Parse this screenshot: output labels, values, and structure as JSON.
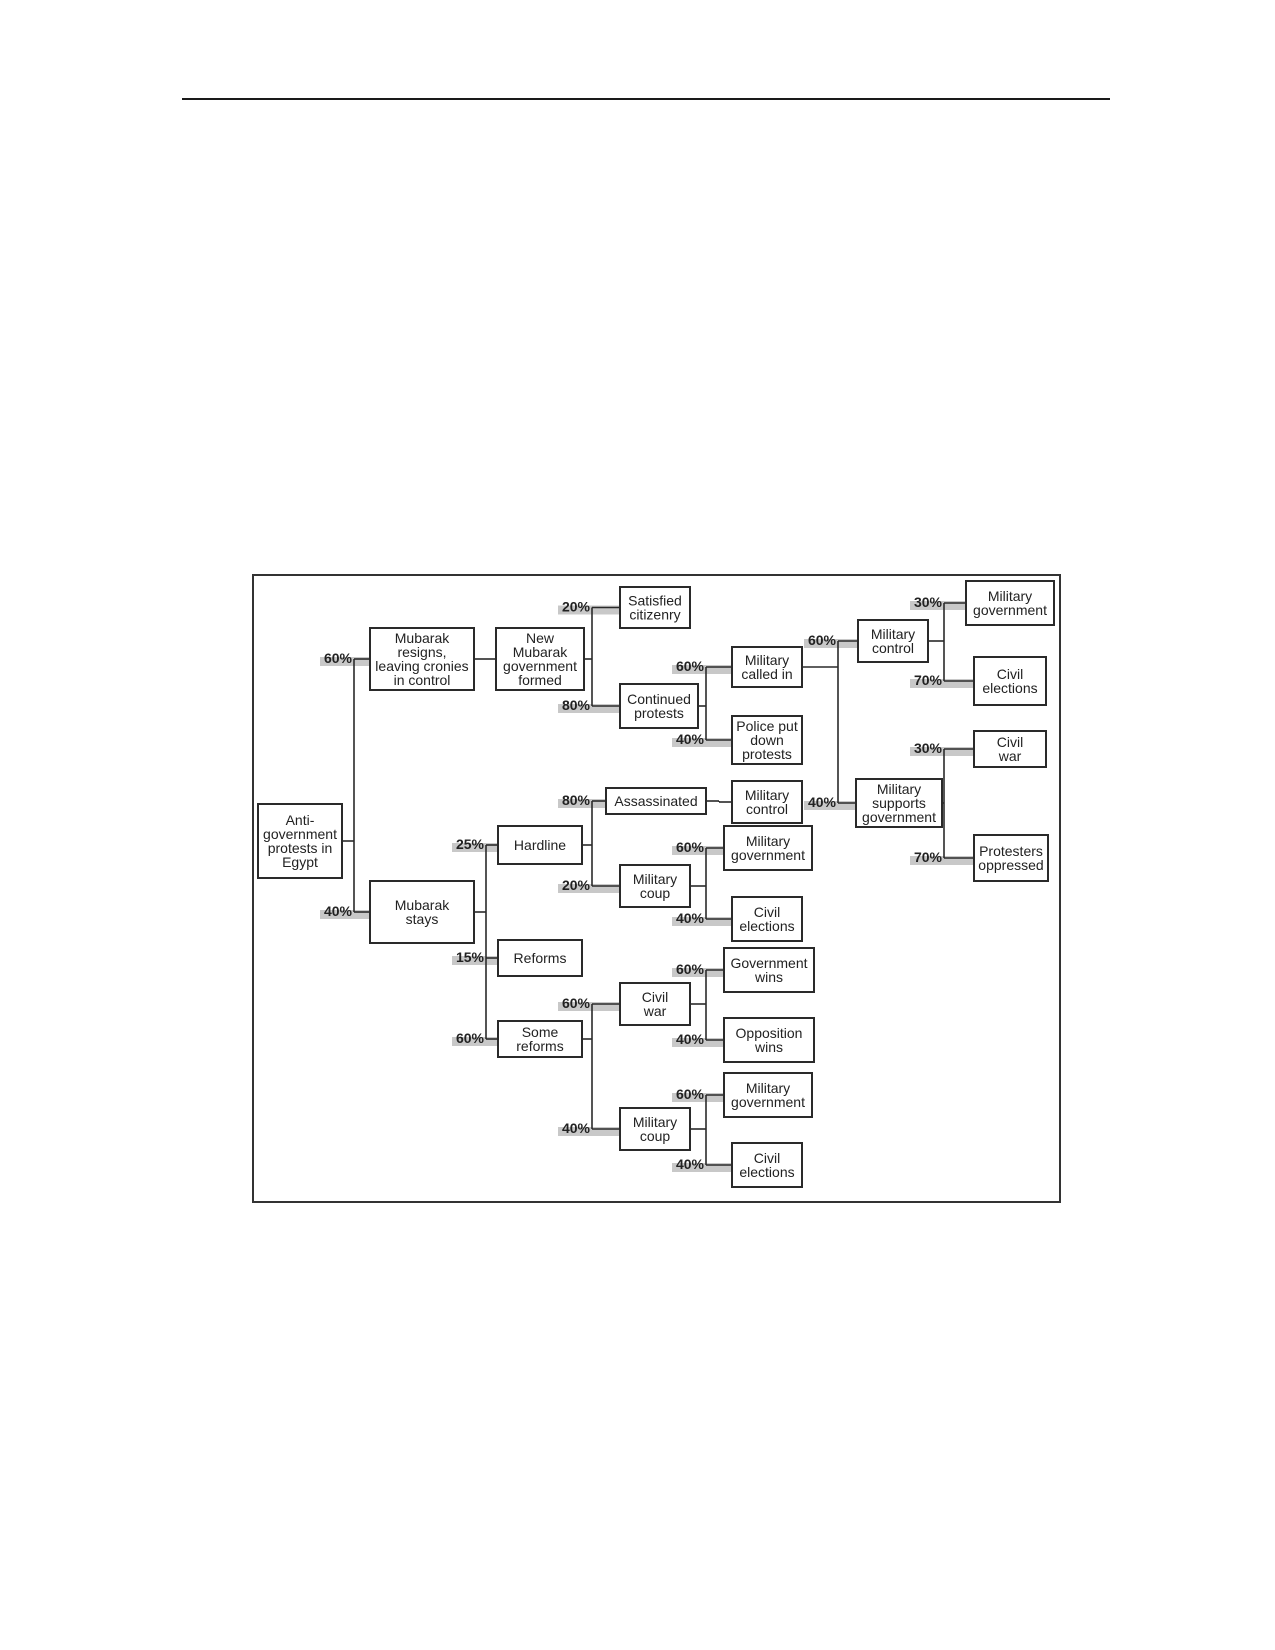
{
  "nodes": [
    {
      "id": "root",
      "lines": [
        "Anti-",
        "government",
        "protests in",
        "Egypt"
      ]
    },
    {
      "id": "resigns",
      "lines": [
        "Mubarak",
        "resigns,",
        "leaving cronies",
        "in control"
      ]
    },
    {
      "id": "stays",
      "lines": [
        "Mubarak",
        "stays"
      ]
    },
    {
      "id": "new_gov",
      "lines": [
        "New",
        "Mubarak",
        "government",
        "formed"
      ]
    },
    {
      "id": "satisfied",
      "lines": [
        "Satisfied",
        "citizenry"
      ]
    },
    {
      "id": "continued",
      "lines": [
        "Continued",
        "protests"
      ]
    },
    {
      "id": "called_in",
      "lines": [
        "Military",
        "called in"
      ]
    },
    {
      "id": "police",
      "lines": [
        "Police put",
        "down",
        "protests"
      ]
    },
    {
      "id": "mil_control",
      "lines": [
        "Military",
        "control"
      ]
    },
    {
      "id": "mil_supports",
      "lines": [
        "Military",
        "supports",
        "government"
      ]
    },
    {
      "id": "mil_gov_1",
      "lines": [
        "Military",
        "government"
      ]
    },
    {
      "id": "civil_el_1",
      "lines": [
        "Civil",
        "elections"
      ]
    },
    {
      "id": "civil_war_1",
      "lines": [
        "Civil",
        "war"
      ]
    },
    {
      "id": "protesters_opp",
      "lines": [
        "Protesters",
        "oppressed"
      ]
    },
    {
      "id": "hardline",
      "lines": [
        "Hardline"
      ]
    },
    {
      "id": "reforms",
      "lines": [
        "Reforms"
      ]
    },
    {
      "id": "some_reforms",
      "lines": [
        "Some",
        "reforms"
      ]
    },
    {
      "id": "assassinated",
      "lines": [
        "Assassinated"
      ]
    },
    {
      "id": "mil_control_2",
      "lines": [
        "Military",
        "control"
      ]
    },
    {
      "id": "coup_1",
      "lines": [
        "Military",
        "coup"
      ]
    },
    {
      "id": "mil_gov_2",
      "lines": [
        "Military",
        "government"
      ]
    },
    {
      "id": "civil_el_2",
      "lines": [
        "Civil",
        "elections"
      ]
    },
    {
      "id": "civil_war_2",
      "lines": [
        "Civil",
        "war"
      ]
    },
    {
      "id": "gov_wins",
      "lines": [
        "Government",
        "wins"
      ]
    },
    {
      "id": "opp_wins",
      "lines": [
        "Opposition",
        "wins"
      ]
    },
    {
      "id": "coup_2",
      "lines": [
        "Military",
        "coup"
      ]
    },
    {
      "id": "mil_gov_3",
      "lines": [
        "Military",
        "government"
      ]
    },
    {
      "id": "civil_el_3",
      "lines": [
        "Civil",
        "elections"
      ]
    }
  ],
  "edges": [
    {
      "from": "root",
      "to": "resigns",
      "prob": "60%"
    },
    {
      "from": "root",
      "to": "stays",
      "prob": "40%"
    },
    {
      "from": "resigns",
      "to": "new_gov",
      "prob": ""
    },
    {
      "from": "new_gov",
      "to": "satisfied",
      "prob": "20%"
    },
    {
      "from": "new_gov",
      "to": "continued",
      "prob": "80%"
    },
    {
      "from": "continued",
      "to": "called_in",
      "prob": "60%"
    },
    {
      "from": "continued",
      "to": "police",
      "prob": "40%"
    },
    {
      "from": "called_in",
      "to": "mil_control",
      "prob": "60%"
    },
    {
      "from": "called_in",
      "to": "mil_supports",
      "prob": "40%"
    },
    {
      "from": "mil_control",
      "to": "mil_gov_1",
      "prob": "30%"
    },
    {
      "from": "mil_control",
      "to": "civil_el_1",
      "prob": "70%"
    },
    {
      "from": "mil_supports",
      "to": "civil_war_1",
      "prob": "30%"
    },
    {
      "from": "mil_supports",
      "to": "protesters_opp",
      "prob": "70%"
    },
    {
      "from": "stays",
      "to": "hardline",
      "prob": "25%"
    },
    {
      "from": "stays",
      "to": "reforms",
      "prob": "15%"
    },
    {
      "from": "stays",
      "to": "some_reforms",
      "prob": "60%"
    },
    {
      "from": "hardline",
      "to": "assassinated",
      "prob": "80%"
    },
    {
      "from": "hardline",
      "to": "coup_1",
      "prob": "20%"
    },
    {
      "from": "assassinated",
      "to": "mil_control_2",
      "prob": ""
    },
    {
      "from": "coup_1",
      "to": "mil_gov_2",
      "prob": "60%"
    },
    {
      "from": "coup_1",
      "to": "civil_el_2",
      "prob": "40%"
    },
    {
      "from": "some_reforms",
      "to": "civil_war_2",
      "prob": "60%"
    },
    {
      "from": "some_reforms",
      "to": "coup_2",
      "prob": "40%"
    },
    {
      "from": "civil_war_2",
      "to": "gov_wins",
      "prob": "60%"
    },
    {
      "from": "civil_war_2",
      "to": "opp_wins",
      "prob": "40%"
    },
    {
      "from": "coup_2",
      "to": "mil_gov_3",
      "prob": "60%"
    },
    {
      "from": "coup_2",
      "to": "civil_el_3",
      "prob": "40%"
    }
  ]
}
